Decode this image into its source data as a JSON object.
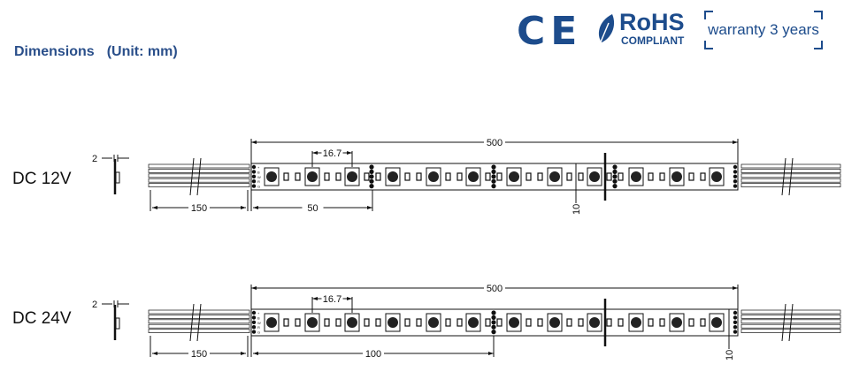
{
  "header": {
    "title": "Dimensions",
    "unit": "(Unit: mm)"
  },
  "badges": {
    "ce": "CE",
    "rohs": "RoHS",
    "rohs_sub": "COMPLIANT",
    "warranty": "warranty 3 years"
  },
  "pads": [
    "+",
    "B",
    "W",
    "R",
    "G"
  ],
  "strips": [
    {
      "label": "DC 12V",
      "thickness": "2",
      "pitch": "16.7",
      "length": "500",
      "wire": "150",
      "cut": "50",
      "width": "10"
    },
    {
      "label": "DC 24V",
      "thickness": "2",
      "pitch": "16.7",
      "length": "500",
      "wire": "150",
      "cut": "100",
      "width": "10"
    }
  ]
}
